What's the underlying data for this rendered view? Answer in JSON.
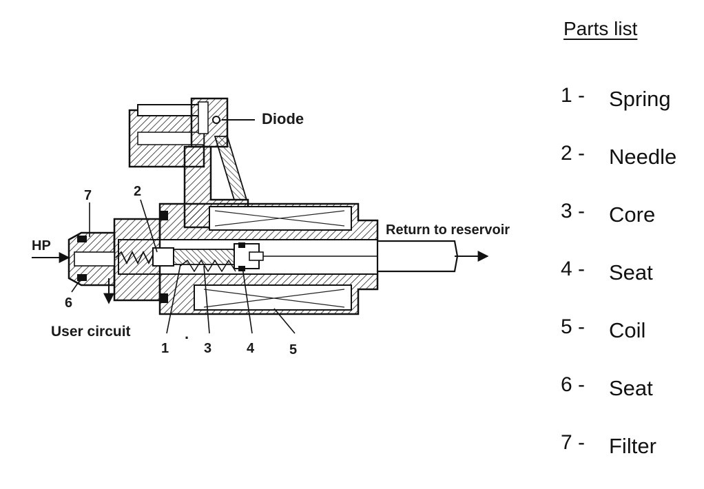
{
  "diagram": {
    "labels": {
      "diode": "Diode",
      "return": "Return to reservoir",
      "hp": "HP",
      "user_circuit": "User circuit",
      "dot": "."
    },
    "callouts": [
      "7",
      "2",
      "6",
      "1",
      "3",
      "4",
      "5"
    ]
  },
  "parts_list": {
    "title": "Parts list",
    "items": [
      {
        "num": "1 -",
        "name": "Spring"
      },
      {
        "num": "2 -",
        "name": "Needle"
      },
      {
        "num": "3 -",
        "name": "Core"
      },
      {
        "num": "4 -",
        "name": "Seat"
      },
      {
        "num": "5 -",
        "name": "Coil"
      },
      {
        "num": "6 -",
        "name": "Seat"
      },
      {
        "num": "7 -",
        "name": "Filter"
      }
    ]
  }
}
